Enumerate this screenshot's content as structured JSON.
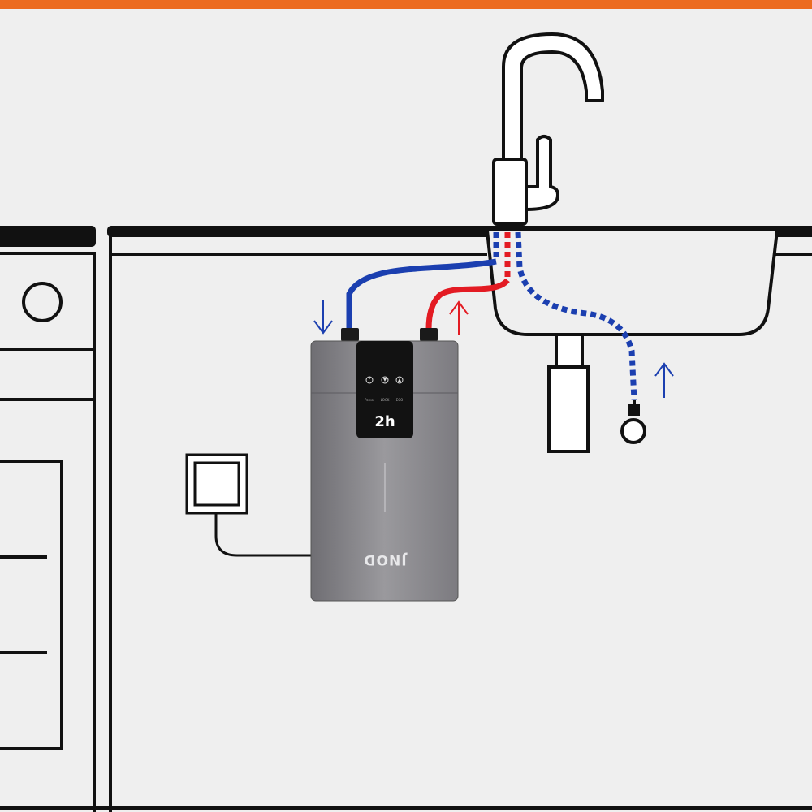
{
  "colors": {
    "top_bar": "#ec6b1f",
    "background": "#efefef",
    "outline": "#111111",
    "cold_pipe": "#1b3fb0",
    "hot_pipe": "#e31b23",
    "heater_body": "#8c8b8f",
    "panel": "#121212"
  },
  "heater": {
    "display_value": "2h",
    "logo": "JNOD",
    "buttons": [
      {
        "icon": "power-icon",
        "label": "Power"
      },
      {
        "icon": "down-triangle-icon",
        "label": "LOCK"
      },
      {
        "icon": "up-triangle-icon",
        "label": "ECO"
      }
    ]
  },
  "flow": {
    "cold_in_arrow": "down-arrow-icon",
    "hot_out_arrow": "up-arrow-icon",
    "supply_arrow": "up-arrow-icon"
  }
}
